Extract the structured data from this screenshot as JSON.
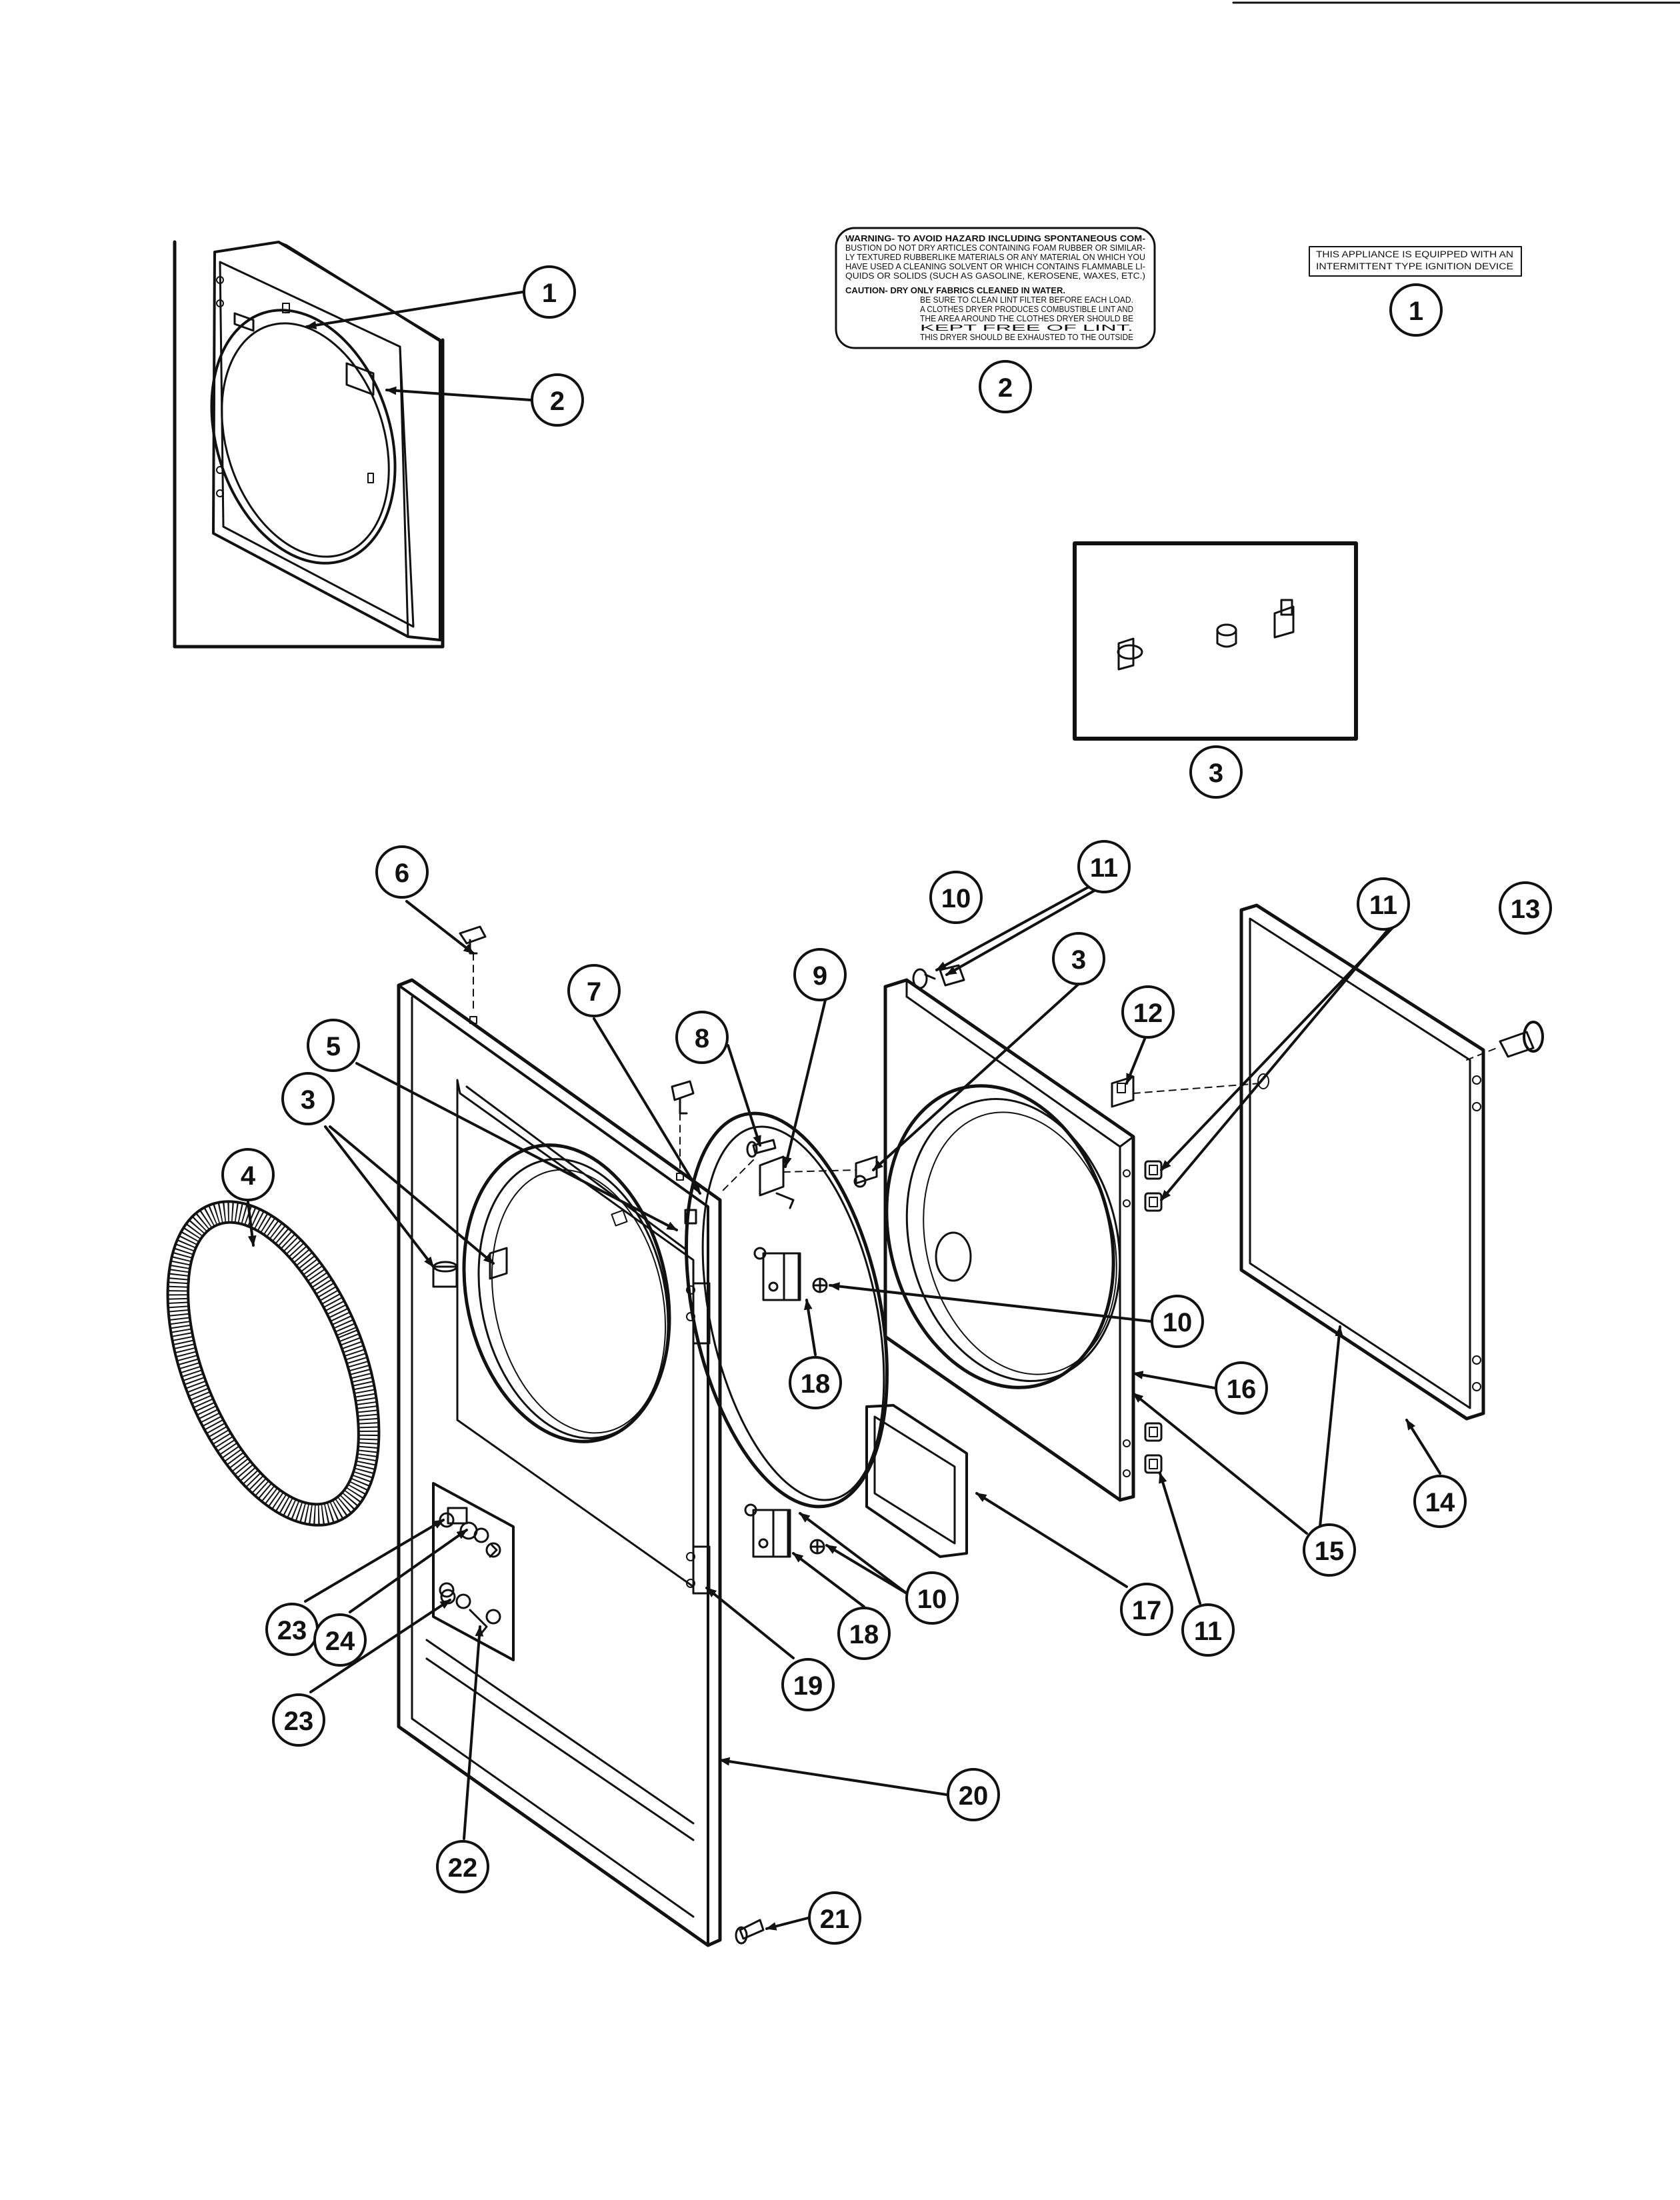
{
  "warning_label": {
    "lines": [
      "WARNING-  TO AVOID HAZARD INCLUDING SPONTANEOUS COM-",
      "BUSTION DO NOT DRY ARTICLES CONTAINING FOAM RUBBER OR SIMILAR-",
      "LY TEXTURED RUBBERLIKE MATERIALS OR ANY MATERIAL ON WHICH YOU",
      "HAVE USED A CLEANING SOLVENT OR WHICH CONTAINS FLAMMABLE LI-",
      "QUIDS OR SOLIDS (SUCH AS GASOLINE, KEROSENE, WAXES, ETC.)",
      "CAUTION-  DRY ONLY FABRICS CLEANED IN WATER.",
      "BE SURE TO CLEAN LINT FILTER BEFORE EACH LOAD.",
      "A CLOTHES DRYER PRODUCES COMBUSTIBLE LINT AND",
      "THE AREA AROUND THE CLOTHES DRYER SHOULD BE",
      "KEPT FREE OF LINT.",
      "THIS DRYER SHOULD BE EXHAUSTED TO THE OUTSIDE"
    ]
  },
  "ignition_label": {
    "lines": [
      "THIS APPLIANCE IS EQUIPPED WITH AN",
      "INTERMITTENT TYPE IGNITION DEVICE"
    ]
  },
  "callouts": [
    "1",
    "2",
    "2",
    "1",
    "3",
    "6",
    "10",
    "11",
    "11",
    "13",
    "3",
    "9",
    "7",
    "12",
    "8",
    "5",
    "3",
    "4",
    "10",
    "18",
    "16",
    "15",
    "14",
    "10",
    "17",
    "18",
    "11",
    "23",
    "24",
    "19",
    "23",
    "20",
    "22",
    "21"
  ]
}
